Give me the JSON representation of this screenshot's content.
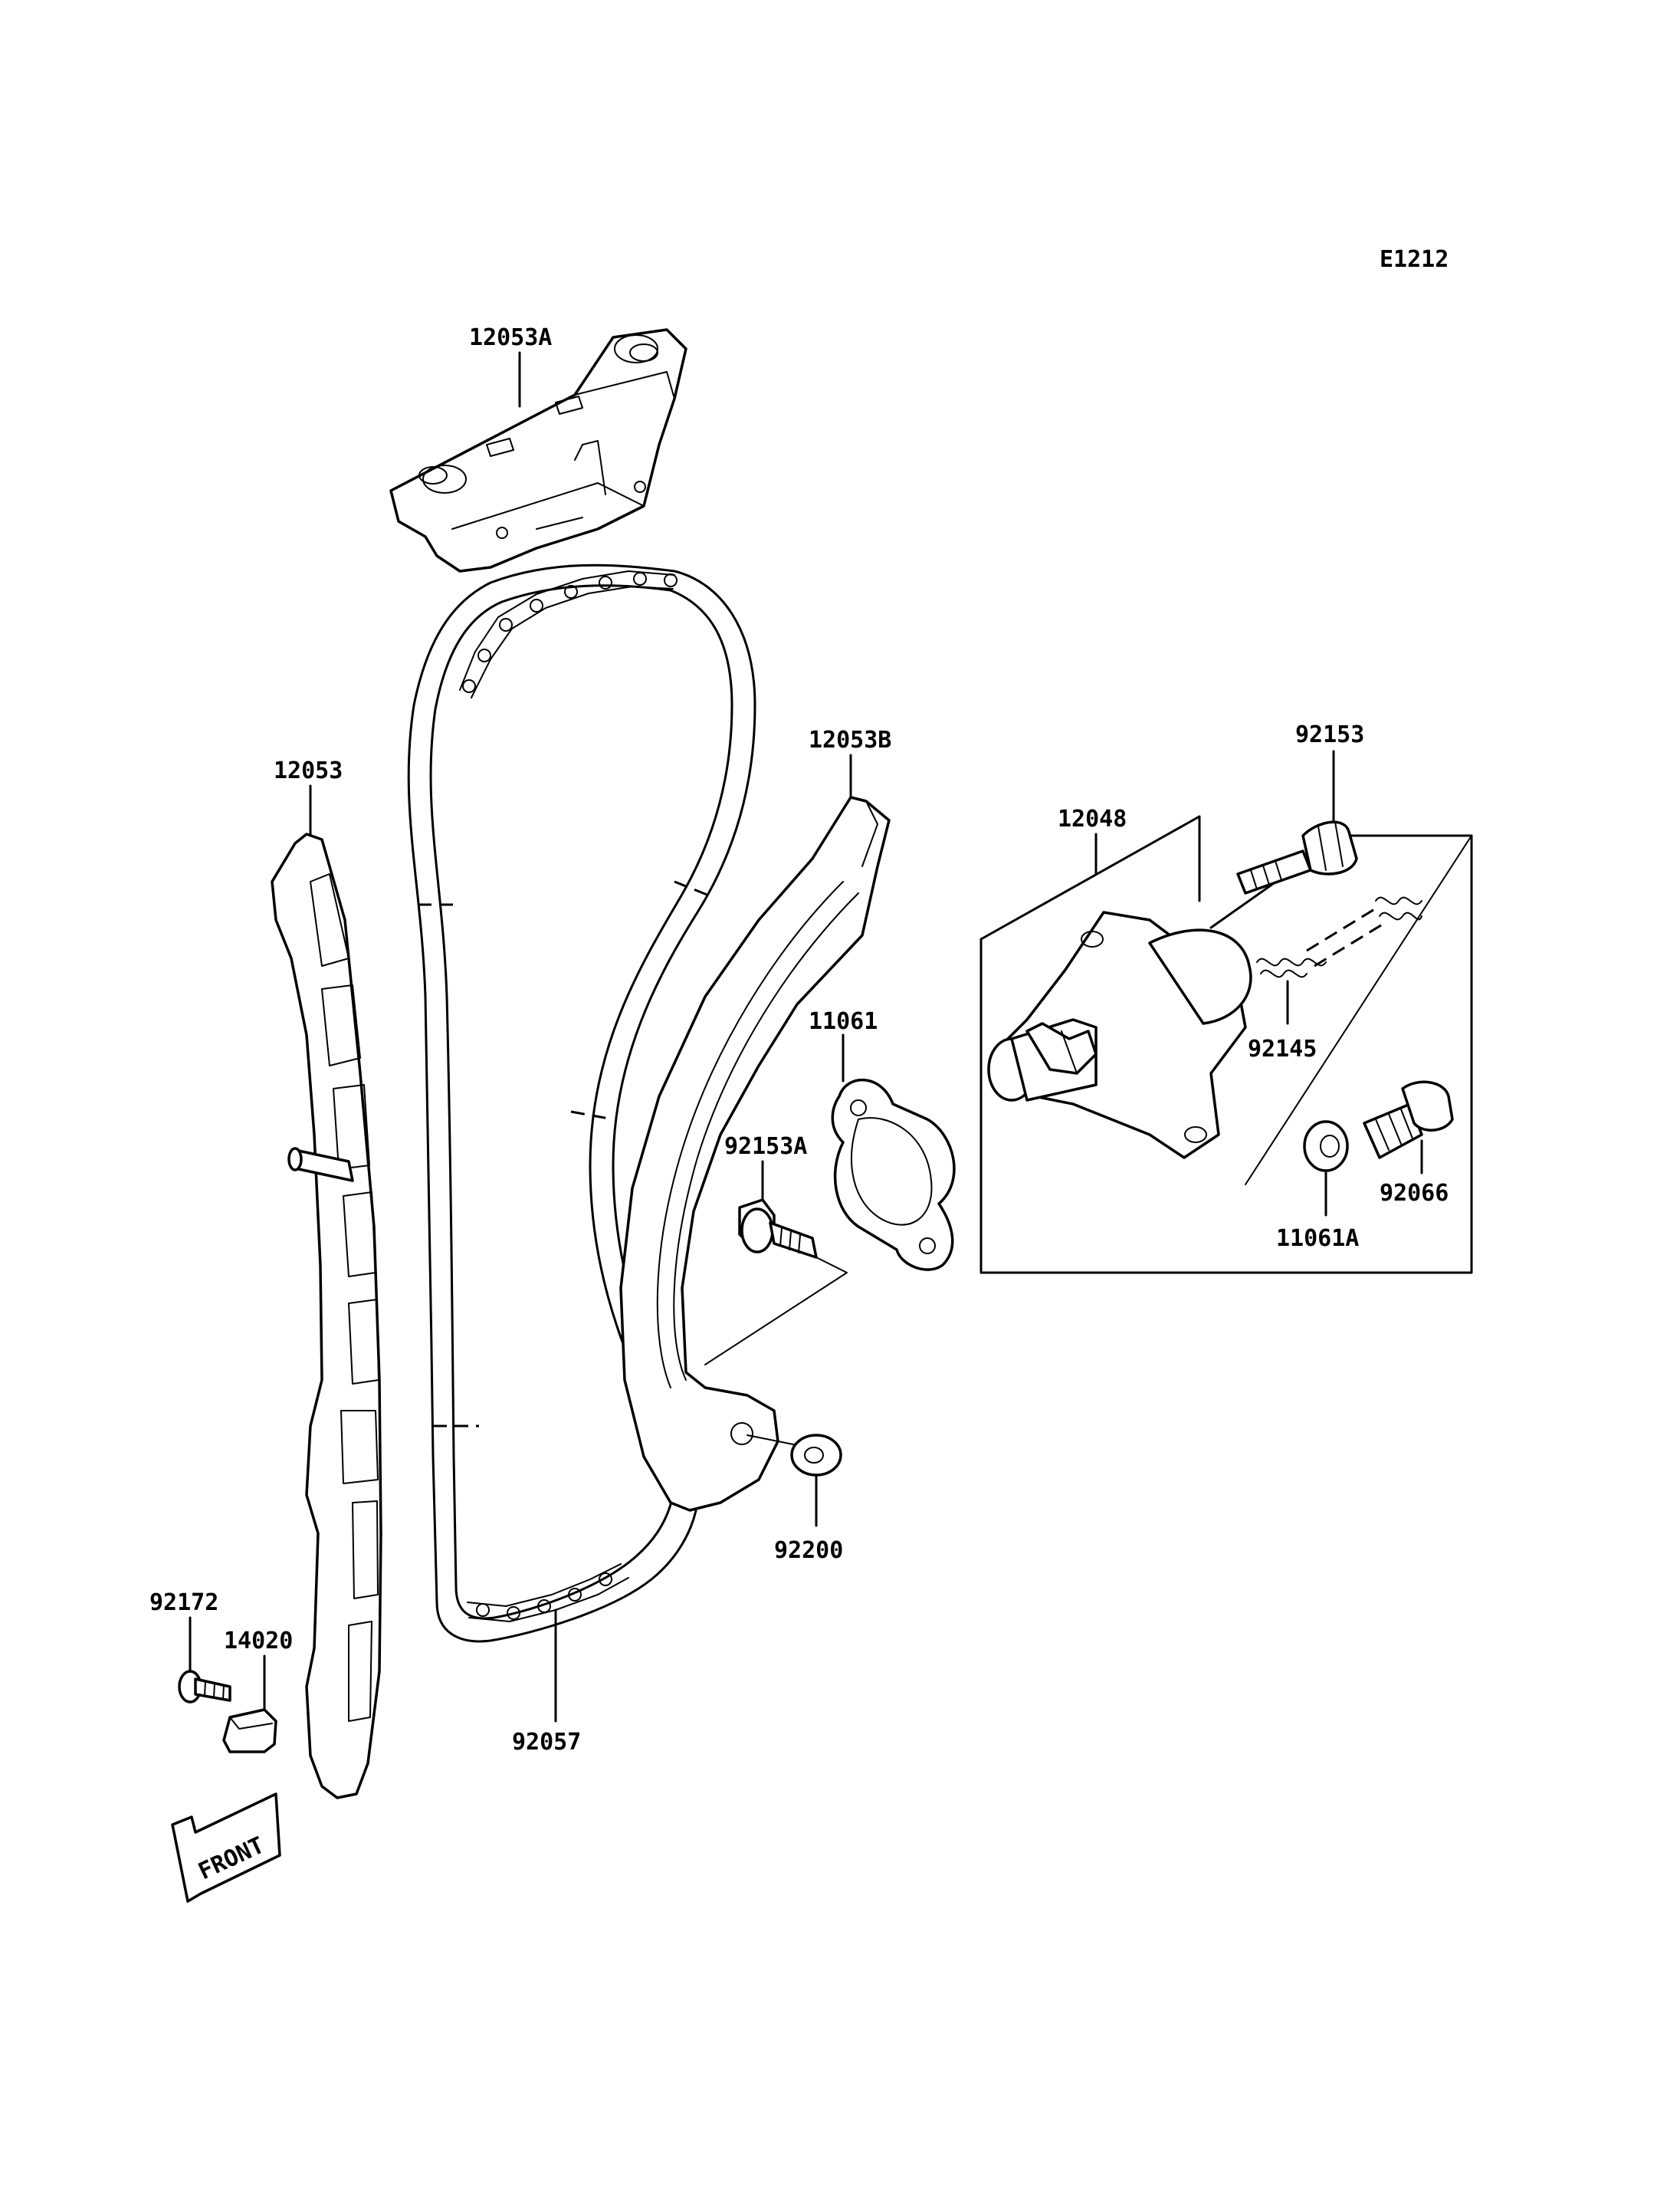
{
  "diagram_code": "E1212",
  "front_label": "FRONT",
  "parts": [
    {
      "key": "p12053A",
      "number": "12053A"
    },
    {
      "key": "p12053B",
      "number": "12053B"
    },
    {
      "key": "p12053",
      "number": "12053"
    },
    {
      "key": "p92153",
      "number": "92153"
    },
    {
      "key": "p12048",
      "number": "12048"
    },
    {
      "key": "p11061",
      "number": "11061"
    },
    {
      "key": "p92145",
      "number": "92145"
    },
    {
      "key": "p92153A",
      "number": "92153A"
    },
    {
      "key": "p92066",
      "number": "92066"
    },
    {
      "key": "p11061A",
      "number": "11061A"
    },
    {
      "key": "p92200",
      "number": "92200"
    },
    {
      "key": "p92172",
      "number": "92172"
    },
    {
      "key": "p14020",
      "number": "14020"
    },
    {
      "key": "p92057",
      "number": "92057"
    }
  ]
}
